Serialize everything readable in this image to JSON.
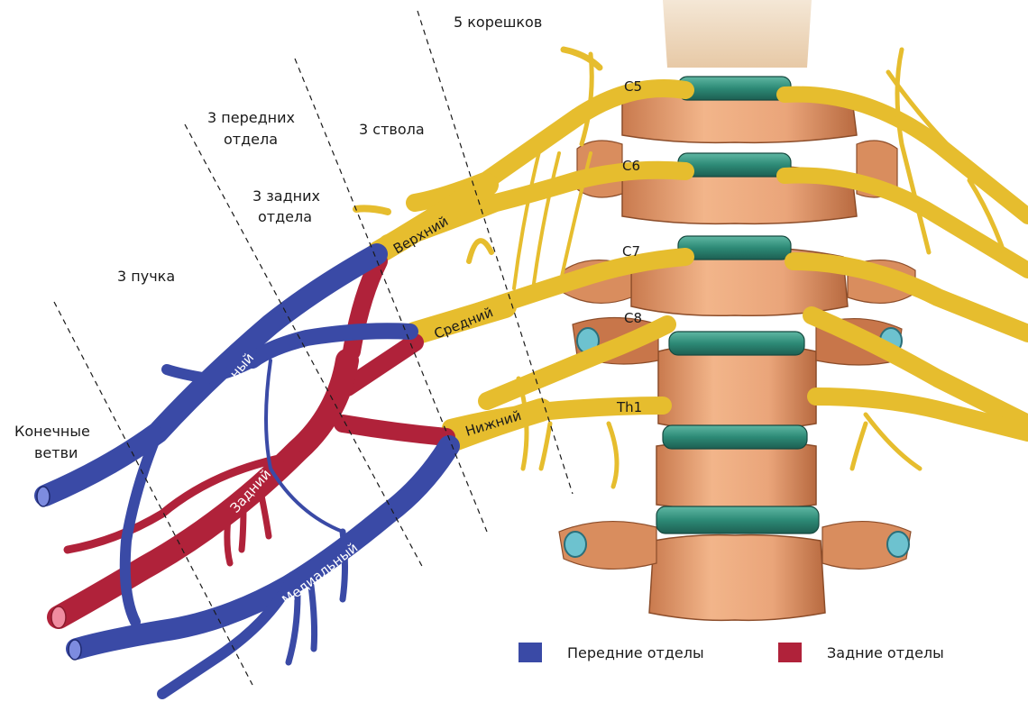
{
  "labels": {
    "roots": "5 корешков",
    "trunks": "3 ствола",
    "anterior_divisions": [
      "3 передних",
      "отдела"
    ],
    "posterior_divisions": [
      "3 задних",
      "отдела"
    ],
    "cords": "3 пучка",
    "terminal_branches": [
      "Конечные",
      "ветви"
    ]
  },
  "roots": [
    "C5",
    "C6",
    "C7",
    "C8",
    "Th1"
  ],
  "trunks": [
    "Верхний",
    "Средний",
    "Нижний"
  ],
  "cords": [
    "Латеральный",
    "Задний",
    "Медиальный"
  ],
  "legend": {
    "anterior": {
      "label": "Передние отделы",
      "color": "#3a4aa6"
    },
    "posterior": {
      "label": "Задние отделы",
      "color": "#b0223a"
    }
  },
  "colors": {
    "nerve": "#f0c838",
    "bone": "#e9a678",
    "disc": "#2f8a78",
    "anterior": "#3a4aa6",
    "posterior": "#b0223a"
  }
}
